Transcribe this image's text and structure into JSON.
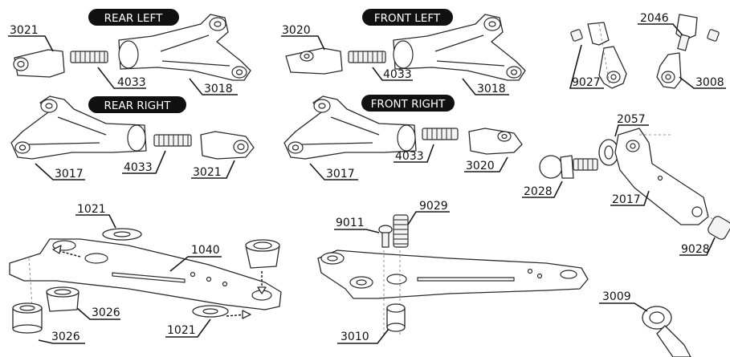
{
  "section_titles": {
    "rear_left": "REAR LEFT",
    "front_left": "FRONT LEFT",
    "rear_right": "REAR RIGHT",
    "front_right": "FRONT RIGHT"
  },
  "part_labels": {
    "rl_3021": "3021",
    "rl_4033": "4033",
    "rl_3018": "3018",
    "fl_3020": "3020",
    "fl_4033": "4033",
    "fl_3018": "3018",
    "rr_3017": "3017",
    "rr_4033": "4033",
    "rr_3021": "3021",
    "fr_3017": "3017",
    "fr_4033": "4033",
    "fr_3020": "3020",
    "tr_2046": "2046",
    "tr_9027": "9027",
    "tr_3008": "3008",
    "mr_2057": "2057",
    "mr_2028": "2028",
    "mr_2017": "2017",
    "mr_9028": "9028",
    "bl_1021_top": "1021",
    "bl_1040": "1040",
    "bl_3026_mid": "3026",
    "bl_1021_bottom": "1021",
    "bl_3026_bottom": "3026",
    "bm_9011": "9011",
    "bm_9029": "9029",
    "bm_3010": "3010",
    "br_3009": "3009"
  }
}
